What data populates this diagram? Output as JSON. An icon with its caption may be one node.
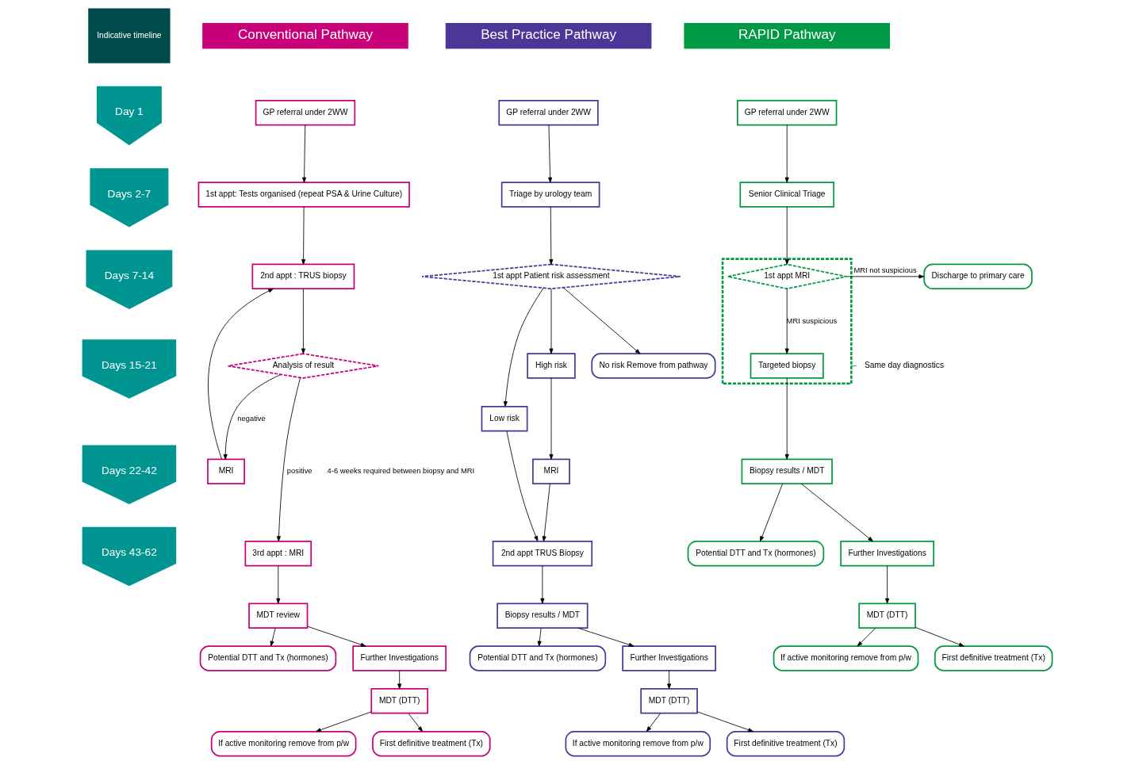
{
  "diagram": {
    "nodes": [
      {
        "text": [
          "Indicative timeline"
        ]
      },
      {
        "text": [
          "Day 1"
        ]
      },
      {
        "text": [
          "Days 2-7"
        ]
      },
      {
        "text": [
          "Days 7-14"
        ]
      },
      {
        "text": [
          "Days 15-21"
        ]
      },
      {
        "text": [
          "Days 22-42"
        ]
      },
      {
        "text": [
          "Days 43-62"
        ]
      },
      {
        "text": [
          "Conventional Pathway"
        ]
      },
      {
        "text": [
          "GP referral under 2WW"
        ]
      },
      {
        "text": [
          "1st appt: Tests organised (repeat PSA & Urine Culture)"
        ]
      },
      {
        "text": [
          "2nd appt : TRUS biopsy"
        ]
      },
      {
        "text": [
          "Analysis of result"
        ]
      },
      {
        "text": [
          "MRI"
        ]
      },
      {
        "text": [
          "3rd appt : MRI"
        ]
      },
      {
        "text": [
          "MDT review"
        ]
      },
      {
        "text": [
          "Potential DTT and Tx (hormones)"
        ]
      },
      {
        "text": [
          "Further Investigations"
        ]
      },
      {
        "text": [
          "MDT (DTT)"
        ]
      },
      {
        "text": [
          "If active monitoring remove from p/w"
        ]
      },
      {
        "text": [
          "First definitive treatment (Tx)"
        ]
      },
      {
        "text": [
          "Best Practice Pathway"
        ]
      },
      {
        "text": [
          "GP referral under 2WW"
        ]
      },
      {
        "text": [
          "Triage by urology team"
        ]
      },
      {
        "text": [
          "1st appt Patient risk assessment"
        ]
      },
      {
        "text": [
          "No risk Remove from pathway"
        ]
      },
      {
        "text": [
          "Low risk"
        ]
      },
      {
        "text": [
          "High risk"
        ]
      },
      {
        "text": [
          "MRI"
        ]
      },
      {
        "text": [
          "2nd appt TRUS Biopsy"
        ]
      },
      {
        "text": [
          "Biopsy results / MDT"
        ]
      },
      {
        "text": [
          "Potential DTT and Tx (hormones)"
        ]
      },
      {
        "text": [
          "Further Investigations"
        ]
      },
      {
        "text": [
          "MDT (DTT)"
        ]
      },
      {
        "text": [
          "If active monitoring remove from p/w"
        ]
      },
      {
        "text": [
          "First definitive treatment (Tx)"
        ]
      },
      {
        "text": [
          "RAPID Pathway"
        ]
      },
      {
        "text": [
          "GP referral under 2WW"
        ]
      },
      {
        "text": [
          "Senior Clinical Triage"
        ]
      },
      {
        "text": [],
        "shape": "box"
      },
      {
        "text": [
          "1st appt MRI"
        ],
        "in": 38
      },
      {
        "text": [
          "Targeted biopsy"
        ],
        "in": 38
      },
      {
        "text": [
          "Discharge to primary care"
        ]
      },
      {
        "text": [
          "Same day diagnostics"
        ]
      },
      {
        "text": [
          "Biopsy results / MDT"
        ]
      },
      {
        "text": [
          "Potential DTT and Tx (hormones)"
        ]
      },
      {
        "text": [
          "Further Investigations"
        ]
      },
      {
        "text": [
          "MDT (DTT)"
        ]
      },
      {
        "text": [
          "If active monitoring remove from p/w"
        ]
      },
      {
        "text": [
          "First definitive treatment (Tx)"
        ]
      }
    ],
    "edges": [
      {
        "from": 8,
        "to": 9,
        "arrow": "to"
      },
      {
        "from": 9,
        "to": 10,
        "arrow": "to"
      },
      {
        "from": 10,
        "to": 11,
        "arrow": "to"
      },
      {
        "from": 11,
        "to": 12,
        "arrow": "to",
        "label": "negative"
      },
      {
        "from": 12,
        "to": 10,
        "arrow": "to"
      },
      {
        "from": 11,
        "to": 13,
        "arrow": "to",
        "label": "positive"
      },
      {
        "from": 13,
        "to": 14,
        "arrow": "to"
      },
      {
        "from": 14,
        "to": 15,
        "arrow": "to"
      },
      {
        "from": 14,
        "to": 16,
        "arrow": "to"
      },
      {
        "from": 16,
        "to": 17,
        "arrow": "to"
      },
      {
        "from": 17,
        "to": 18,
        "arrow": "to"
      },
      {
        "from": 17,
        "to": 19,
        "arrow": "to"
      },
      {
        "from": 21,
        "to": 22,
        "arrow": "to"
      },
      {
        "from": 22,
        "to": 23,
        "arrow": "to"
      },
      {
        "from": 23,
        "to": 24,
        "arrow": "to"
      },
      {
        "from": 23,
        "to": 25,
        "arrow": "to"
      },
      {
        "from": 23,
        "to": 26,
        "arrow": "to"
      },
      {
        "from": 26,
        "to": 27,
        "arrow": "to"
      },
      {
        "from": 25,
        "to": 28,
        "arrow": "to"
      },
      {
        "from": 27,
        "to": 28,
        "arrow": "to"
      },
      {
        "from": 28,
        "to": 29,
        "arrow": "to"
      },
      {
        "from": 29,
        "to": 30,
        "arrow": "to"
      },
      {
        "from": 29,
        "to": 31,
        "arrow": "to"
      },
      {
        "from": 31,
        "to": 32,
        "arrow": "to"
      },
      {
        "from": 32,
        "to": 33,
        "arrow": "to"
      },
      {
        "from": 32,
        "to": 34,
        "arrow": "to"
      },
      {
        "from": 36,
        "to": 37,
        "arrow": "to"
      },
      {
        "from": 37,
        "to": 39,
        "arrow": "to"
      },
      {
        "from": 39,
        "to": 41,
        "arrow": "to",
        "label": "MRI not suspicious"
      },
      {
        "from": 39,
        "to": 40,
        "arrow": "to",
        "label": "MRI suspicious"
      },
      {
        "from": 42,
        "to": 38,
        "arrow": "none",
        "color": "#009a44"
      },
      {
        "from": 40,
        "to": 43,
        "arrow": "to"
      },
      {
        "from": 43,
        "to": 44,
        "arrow": "to"
      },
      {
        "from": 43,
        "to": 45,
        "arrow": "to"
      },
      {
        "from": 45,
        "to": 46,
        "arrow": "to"
      },
      {
        "from": 46,
        "to": 47,
        "arrow": "to"
      },
      {
        "from": 46,
        "to": 48,
        "arrow": "to"
      }
    ],
    "labels": [
      "4-6 weeks required between biopsy and MRI"
    ]
  }
}
